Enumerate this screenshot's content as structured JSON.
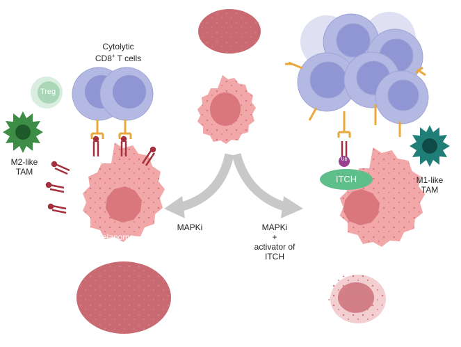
{
  "labels": {
    "tcells_line1": "Cytolytic",
    "tcells_line2": "CD8",
    "tcells_sup": "+",
    "tcells_line2b": " T cells",
    "treg": "Treg",
    "m2_line1": "M2-like",
    "m2_line2": "TAM",
    "m1_line1": "M1-like",
    "m1_line2": "TAM",
    "melanoma": "Melanoma",
    "left_arrow": "MAPKi",
    "right_arrow_line1": "MAPKi",
    "right_arrow_line2": "+",
    "right_arrow_line3": "activator of",
    "right_arrow_line4": "ITCH",
    "ub": "Ub",
    "itch": "ITCH"
  },
  "colors": {
    "tumor": "#f2a7a8",
    "nucleus": "#d9777d",
    "tcell": "#b4b9e3",
    "tcell_nucleus": "#8f96d3",
    "treg": "#a9d6b6",
    "m2_tam": "#3e8d46",
    "m1_tam": "#1f7f78",
    "itch": "#5fbf8a",
    "ub": "#9b3f8f",
    "receptor": "#e8a93a",
    "mhc": "#a3303c",
    "arrow": "#c8c8c8"
  }
}
